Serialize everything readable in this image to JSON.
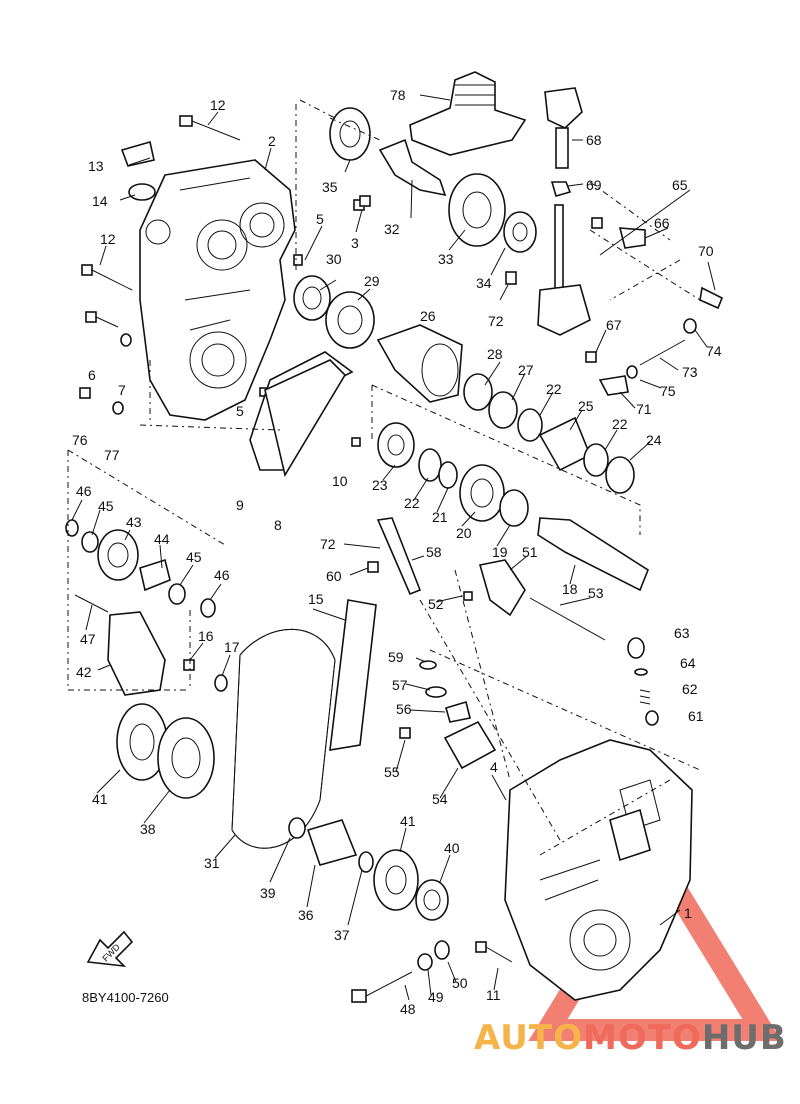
{
  "diagram_code": "8BY4100-7260",
  "direction_arrow": "FWD",
  "watermark": {
    "part1": "AUTO",
    "part2": "MOTO",
    "part3": "HUB"
  },
  "colors": {
    "watermark_red": "#ef6a5a",
    "watermark_orange": "#f6b34a",
    "watermark_gray": "#6d6d6d"
  },
  "part_numbers": {
    "p1": "1",
    "p2": "2",
    "p3": "3",
    "p4": "4",
    "p5a": "5",
    "p5b": "5",
    "p6": "6",
    "p7": "7",
    "p8": "8",
    "p9": "9",
    "p10": "10",
    "p11": "11",
    "p12a": "12",
    "p12b": "12",
    "p13": "13",
    "p14": "14",
    "p15": "15",
    "p16": "16",
    "p17": "17",
    "p18": "18",
    "p19": "19",
    "p20": "20",
    "p21": "21",
    "p22a": "22",
    "p22b": "22",
    "p22c": "22",
    "p23": "23",
    "p24": "24",
    "p25": "25",
    "p26": "26",
    "p27": "27",
    "p28": "28",
    "p29": "29",
    "p30": "30",
    "p31": "31",
    "p32": "32",
    "p33": "33",
    "p34": "34",
    "p35": "35",
    "p36": "36",
    "p37": "37",
    "p38": "38",
    "p39": "39",
    "p40": "40",
    "p41a": "41",
    "p41b": "41",
    "p42": "42",
    "p43": "43",
    "p44": "44",
    "p45a": "45",
    "p45b": "45",
    "p46a": "46",
    "p46b": "46",
    "p47": "47",
    "p48": "48",
    "p49": "49",
    "p50": "50",
    "p51": "51",
    "p52": "52",
    "p53": "53",
    "p54": "54",
    "p55": "55",
    "p56": "56",
    "p57": "57",
    "p58": "58",
    "p59": "59",
    "p60": "60",
    "p61": "61",
    "p62": "62",
    "p63": "63",
    "p64": "64",
    "p65": "65",
    "p66": "66",
    "p67": "67",
    "p68": "68",
    "p69": "69",
    "p70": "70",
    "p71": "71",
    "p72a": "72",
    "p72b": "72",
    "p73": "73",
    "p74": "74",
    "p75": "75",
    "p76": "76",
    "p77": "77",
    "p78": "78"
  }
}
